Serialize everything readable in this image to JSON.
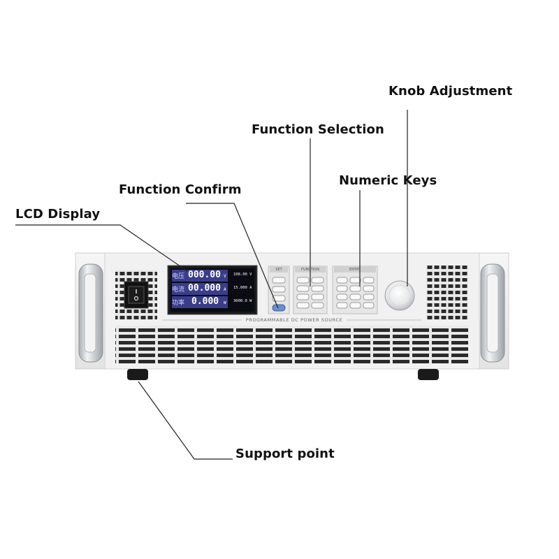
{
  "callouts": {
    "knob": "Knob Adjustment",
    "function_selection": "Function Selection",
    "numeric_keys": "Numeric Keys",
    "function_confirm": "Function Confirm",
    "lcd_display": "LCD Display",
    "support_point": "Support point"
  },
  "device": {
    "front_label": "PROGRAMMABLE DC POWER SOURCE",
    "set_panel_title": "SET",
    "function_panel_title": "FUNCTION",
    "entry_panel_title": "ENTRY",
    "lcd": {
      "rows": [
        {
          "label": "电压",
          "value": "000.00",
          "unit": "V",
          "side": "108.00 V"
        },
        {
          "label": "电流",
          "value": "00.000",
          "unit": "A",
          "side": "15.000 A"
        },
        {
          "label": "功率",
          "value": "0.000",
          "unit": "W",
          "side": "3000.0 W"
        }
      ]
    }
  },
  "colors": {
    "chassis": "#efefef",
    "lcd_bg": "#0b0b14",
    "lcd_digits": "#ffffff",
    "lcd_row_bg": "#3a3d8a",
    "confirm_button": "#6a8fd0",
    "handle": "#c9ccd0",
    "switch": "#111111"
  },
  "icons": [
    "power-switch-icon",
    "knob-icon",
    "handle-icon",
    "foot-icon"
  ]
}
